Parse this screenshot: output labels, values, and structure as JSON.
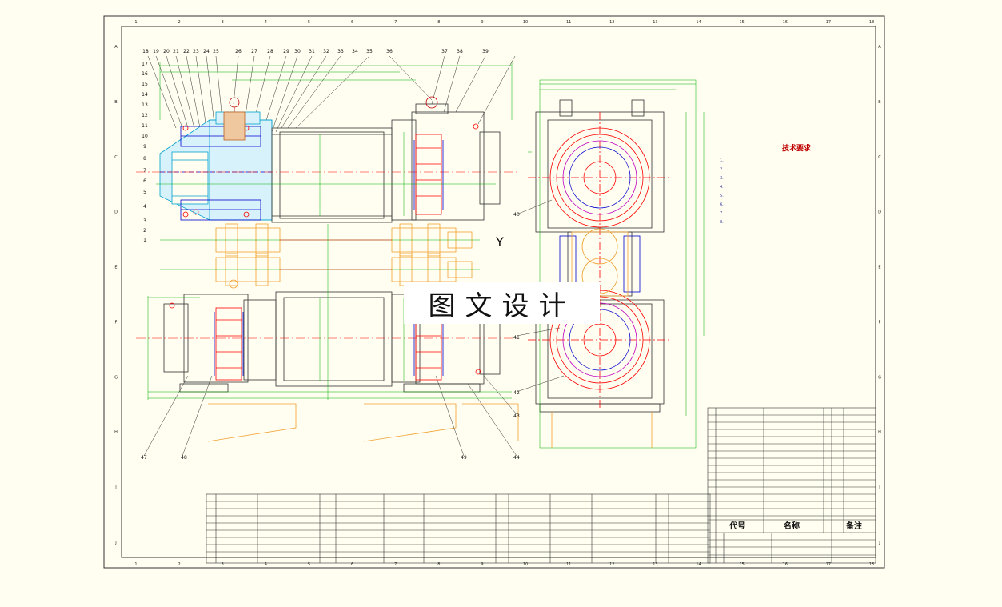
{
  "watermark": "图文设计",
  "axis_marker": "Y",
  "zone_letters_side": [
    "A",
    "B",
    "C",
    "D",
    "E",
    "F",
    "G",
    "H",
    "I",
    "J"
  ],
  "zone_numbers_top": [
    "1",
    "2",
    "3",
    "4",
    "5",
    "6",
    "7",
    "8",
    "9",
    "10",
    "11",
    "12",
    "13",
    "14",
    "15",
    "16",
    "17",
    "18"
  ],
  "callouts_top": [
    "18",
    "19",
    "20",
    "21",
    "22",
    "23",
    "24",
    "25",
    "26",
    "27",
    "28",
    "29",
    "30",
    "31",
    "32",
    "33",
    "34",
    "35",
    "36",
    "37",
    "38",
    "39"
  ],
  "callouts_left": [
    "17",
    "16",
    "15",
    "14",
    "13",
    "12",
    "11",
    "10",
    "9",
    "8",
    "7",
    "6",
    "5",
    "4",
    "3",
    "2",
    "1"
  ],
  "callouts_bottom": [
    "47",
    "48",
    "49",
    "44",
    "43",
    "42",
    "41",
    "40"
  ],
  "notes": {
    "title": "技术要求",
    "items": [
      "1.",
      "2.",
      "3.",
      "4.",
      "5.",
      "6.",
      "7.",
      "8."
    ]
  },
  "title_block": {
    "col_code": "代号",
    "col_name": "名称",
    "col_remark": "备注"
  },
  "colors": {
    "frame": "#333333",
    "red": "#ff0000",
    "green": "#00b000",
    "blue": "#0000cc",
    "cyan": "#00a0d0",
    "orange": "#f0a030",
    "magenta": "#c000c0",
    "paper": "#fffef0"
  }
}
